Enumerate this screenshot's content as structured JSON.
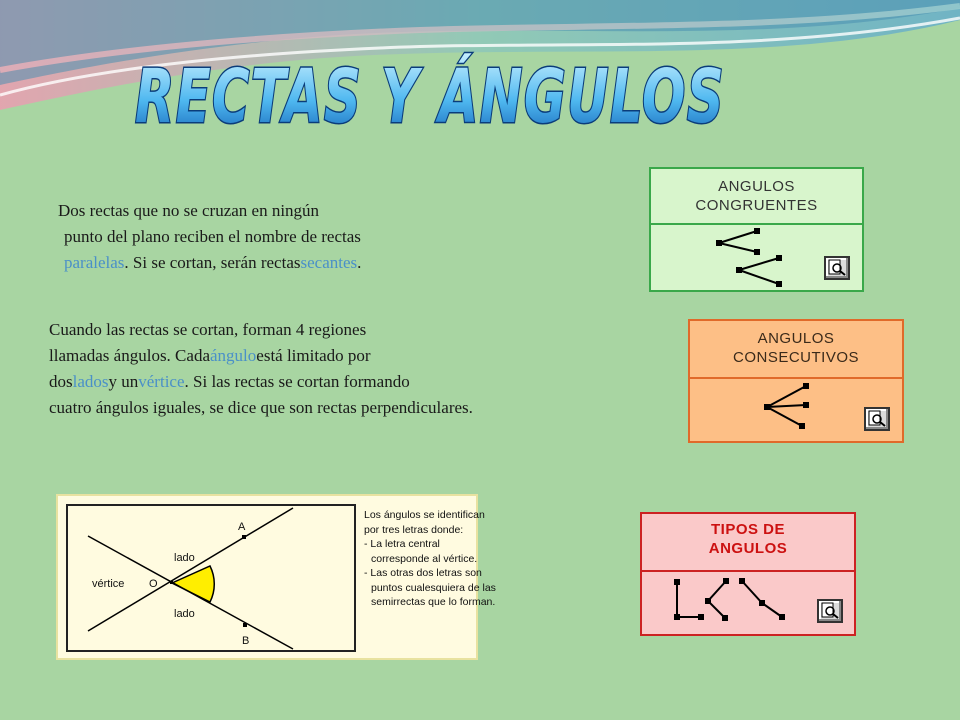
{
  "title": "RECTAS Y ÁNGULOS",
  "paragraph1": {
    "line1": "Dos rectas que no se cruzan en ningún",
    "line2": "punto del plano reciben el nombre de rectas",
    "line3_hl1": "paralelas",
    "line3_mid": ". Si se cortan, serán rectas ",
    "line3_hl2": "secantes",
    "line3_end": "."
  },
  "paragraph2": {
    "line1": "Cuando las rectas se cortan, forman 4 regiones",
    "line2_start": "llamadas ángulos. Cada ",
    "line2_hl": "ángulo",
    "line2_end": " está limitado por",
    "line3_start": "dos ",
    "line3_hl1": "lados",
    "line3_mid": " y un ",
    "line3_hl2": "vértice",
    "line3_end": ". Si las rectas se cortan formando",
    "line4": "cuatro ángulos iguales, se dice que son rectas perpendiculares."
  },
  "cards": {
    "congruentes": {
      "line1": "ANGULOS",
      "line2": "CONGRUENTES",
      "color": "#3aa84a"
    },
    "consecutivos": {
      "line1": "ANGULOS",
      "line2": "CONSECUTIVOS",
      "color": "#e06a2a"
    },
    "tipos": {
      "line1": "TIPOS DE",
      "line2": "ANGULOS",
      "color": "#cc2222"
    }
  },
  "diagram": {
    "labels": {
      "a": "A",
      "b": "B",
      "o": "O",
      "vertice": "vértice",
      "lado_top": "lado",
      "lado_bottom": "lado"
    },
    "explanation": [
      "Los ángulos se identifican",
      "por tres letras donde:",
      "- La letra central",
      "  corresponde al vértice.",
      "- Las otras dos letras son",
      "  puntos cualesquiera de las",
      "  semirrectas que lo forman."
    ],
    "angle_fill": "#ffee00"
  },
  "icons": {
    "zoom": "magnifier-page-icon"
  }
}
